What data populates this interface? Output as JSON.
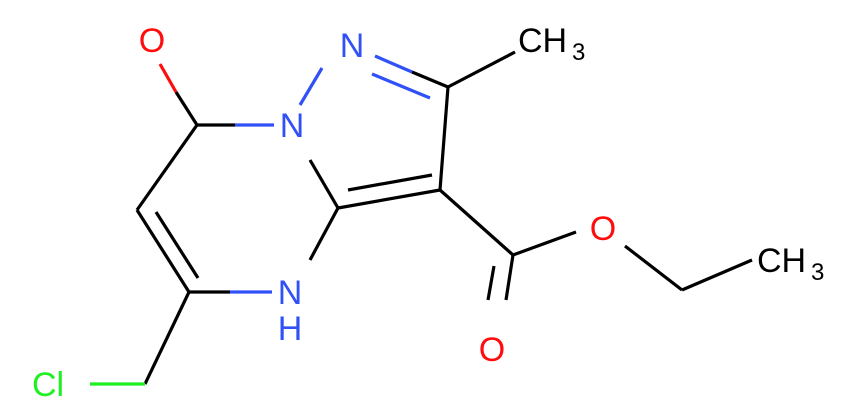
{
  "molecule": {
    "atoms": {
      "oxo_O": {
        "symbol": "O"
      },
      "N_ring": {
        "symbol": "N"
      },
      "N_bridge": {
        "symbol": "N"
      },
      "NH": {
        "symbol": "N",
        "suffix": "H"
      },
      "methyl": {
        "symbol": "CH",
        "subscript": "3"
      },
      "ester_O": {
        "symbol": "O"
      },
      "carbonyl_O": {
        "symbol": "O"
      },
      "ethyl": {
        "symbol": "CH",
        "subscript": "3"
      },
      "chloro": {
        "symbol": "Cl"
      }
    },
    "colors": {
      "bond": "#000000",
      "oxygen": "#ff0d0d",
      "nitrogen": "#3050f8",
      "chlorine": "#1ff01f",
      "carbon": "#000000"
    }
  }
}
